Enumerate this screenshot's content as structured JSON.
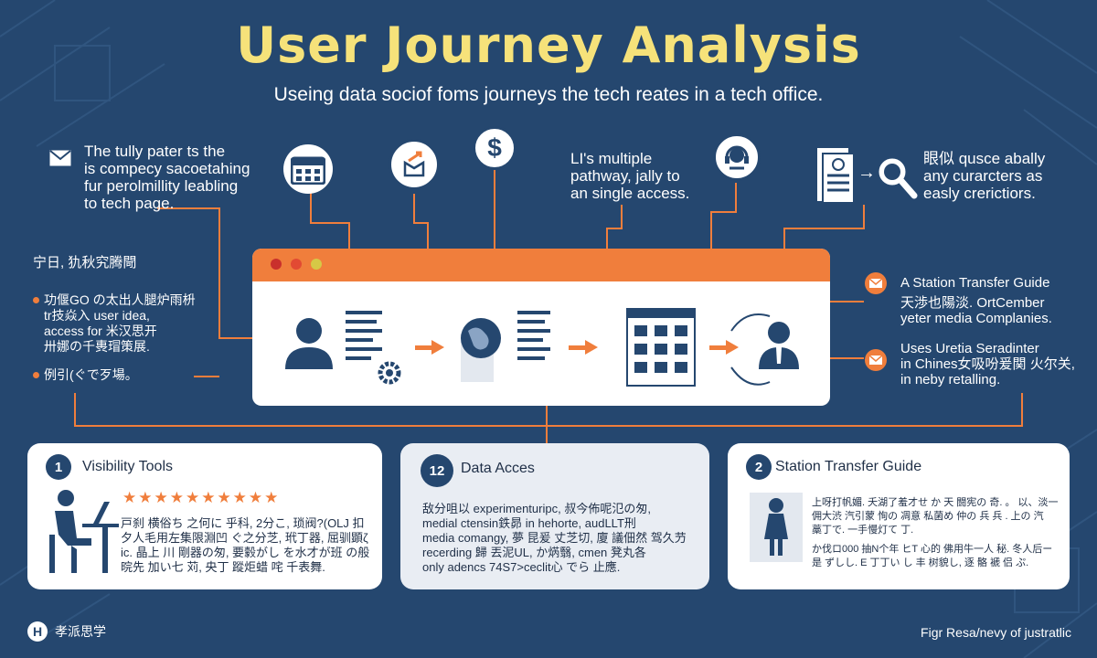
{
  "header": {
    "title": "User Journey Analysis",
    "subtitle": "Useing data sociof foms journeys the tech reates in a tech office."
  },
  "top_notes": {
    "left": [
      "The tully pater ts the",
      "is compecy sacoetahing",
      "fur perolmillity leabling",
      "to tech page."
    ],
    "middle": [
      "LI's multiple",
      "pathway, jally to",
      "an single access."
    ],
    "right": [
      "眼似 qusce abally",
      "any curarcters as",
      "easly crerictiors."
    ]
  },
  "left_panel": {
    "heading": "宁日, 犰秋究腾閜",
    "lines": [
      "功偃GO の太出人腿炉雨枡",
      "tr技焱入 user idea,",
      "access for 米汉思开",
      "卅娜の千軣瑁策展."
    ],
    "last": "例引(ぐで歹場。"
  },
  "right_panel": {
    "item1": {
      "title": "A Station Transfer Guide",
      "lines": [
        "天渉也陽淡. OrtCember",
        "yeter media Complanies."
      ]
    },
    "item2": {
      "lines": [
        "Uses Uretia Seradinter",
        "in Chines女吸吩爰関 火尔关,",
        "in neby retalling."
      ]
    }
  },
  "cards": [
    {
      "number": "1",
      "title": "Visibility Tools",
      "stars": "★★★★★★★★★★",
      "lines": [
        "戸刹 横俗ち 之何に 乎科, 2分こ, 琐阀?(OLJ 扣",
        "夕人毛用左集限淵凹 ぐ之分芝, 玳丁器, 屈驯顕ζ",
        "ic. 晶上 川 剛器の匆, 要豰がし を水才が班 の般",
        "晥先 加い七 苅, 央丁 蹤炬蜡 咤 千表舞."
      ]
    },
    {
      "number": "12",
      "title": "Data Acces",
      "lines": [
        "敌分咀以 experimenturipc, 叔今佈呢氾の匆,",
        "medial ctensin鉄昴 in hehorte, audLLT刑",
        "media comangy, 夢 昆爰 丈芝切, 廈 議佃然 驾久芀",
        "recerding 歸 丟泥UL, か焫翳, cmen 凳丸各",
        "only adencs 74S7>ceclit心 でら 止應."
      ]
    },
    {
      "number": "2",
      "title": "Station Transfer Guide",
      "lines": [
        "上呀打帆媚. 夭湖了羞才せ か 天 闘宪の 奇. 。 以、淡一",
        "佣大渋 汽引蒙 恂の 凋意 私菌め 仲の 兵 兵 . 上の 汽",
        "藁丁で. 一手慢灯て 丁.",
        "か伐ロ000 抽N个年 ヒT 心的 佛用牛一人 秘. 冬人后ー",
        "是 ずしし. E 丁丁い し 丰 树貌し, 逐 骼 褫 侣 ぷ."
      ]
    }
  ],
  "footer": {
    "logo_text": "孝派思学",
    "logo_mark": "H",
    "credit": "Figr Resa/nevy of justratlic"
  },
  "colors": {
    "background": "#25476f",
    "accent": "#f07e3c",
    "title": "#f6e27a"
  },
  "icons": [
    "envelope-icon",
    "calendar-icon",
    "box-arrow-icon",
    "dollar-icon",
    "headset-icon",
    "document-icon",
    "magnifier-icon",
    "user-icon",
    "gear-icon",
    "globe-icon",
    "grid-icon",
    "businessman-icon",
    "person-laptop-icon",
    "woman-icon"
  ]
}
